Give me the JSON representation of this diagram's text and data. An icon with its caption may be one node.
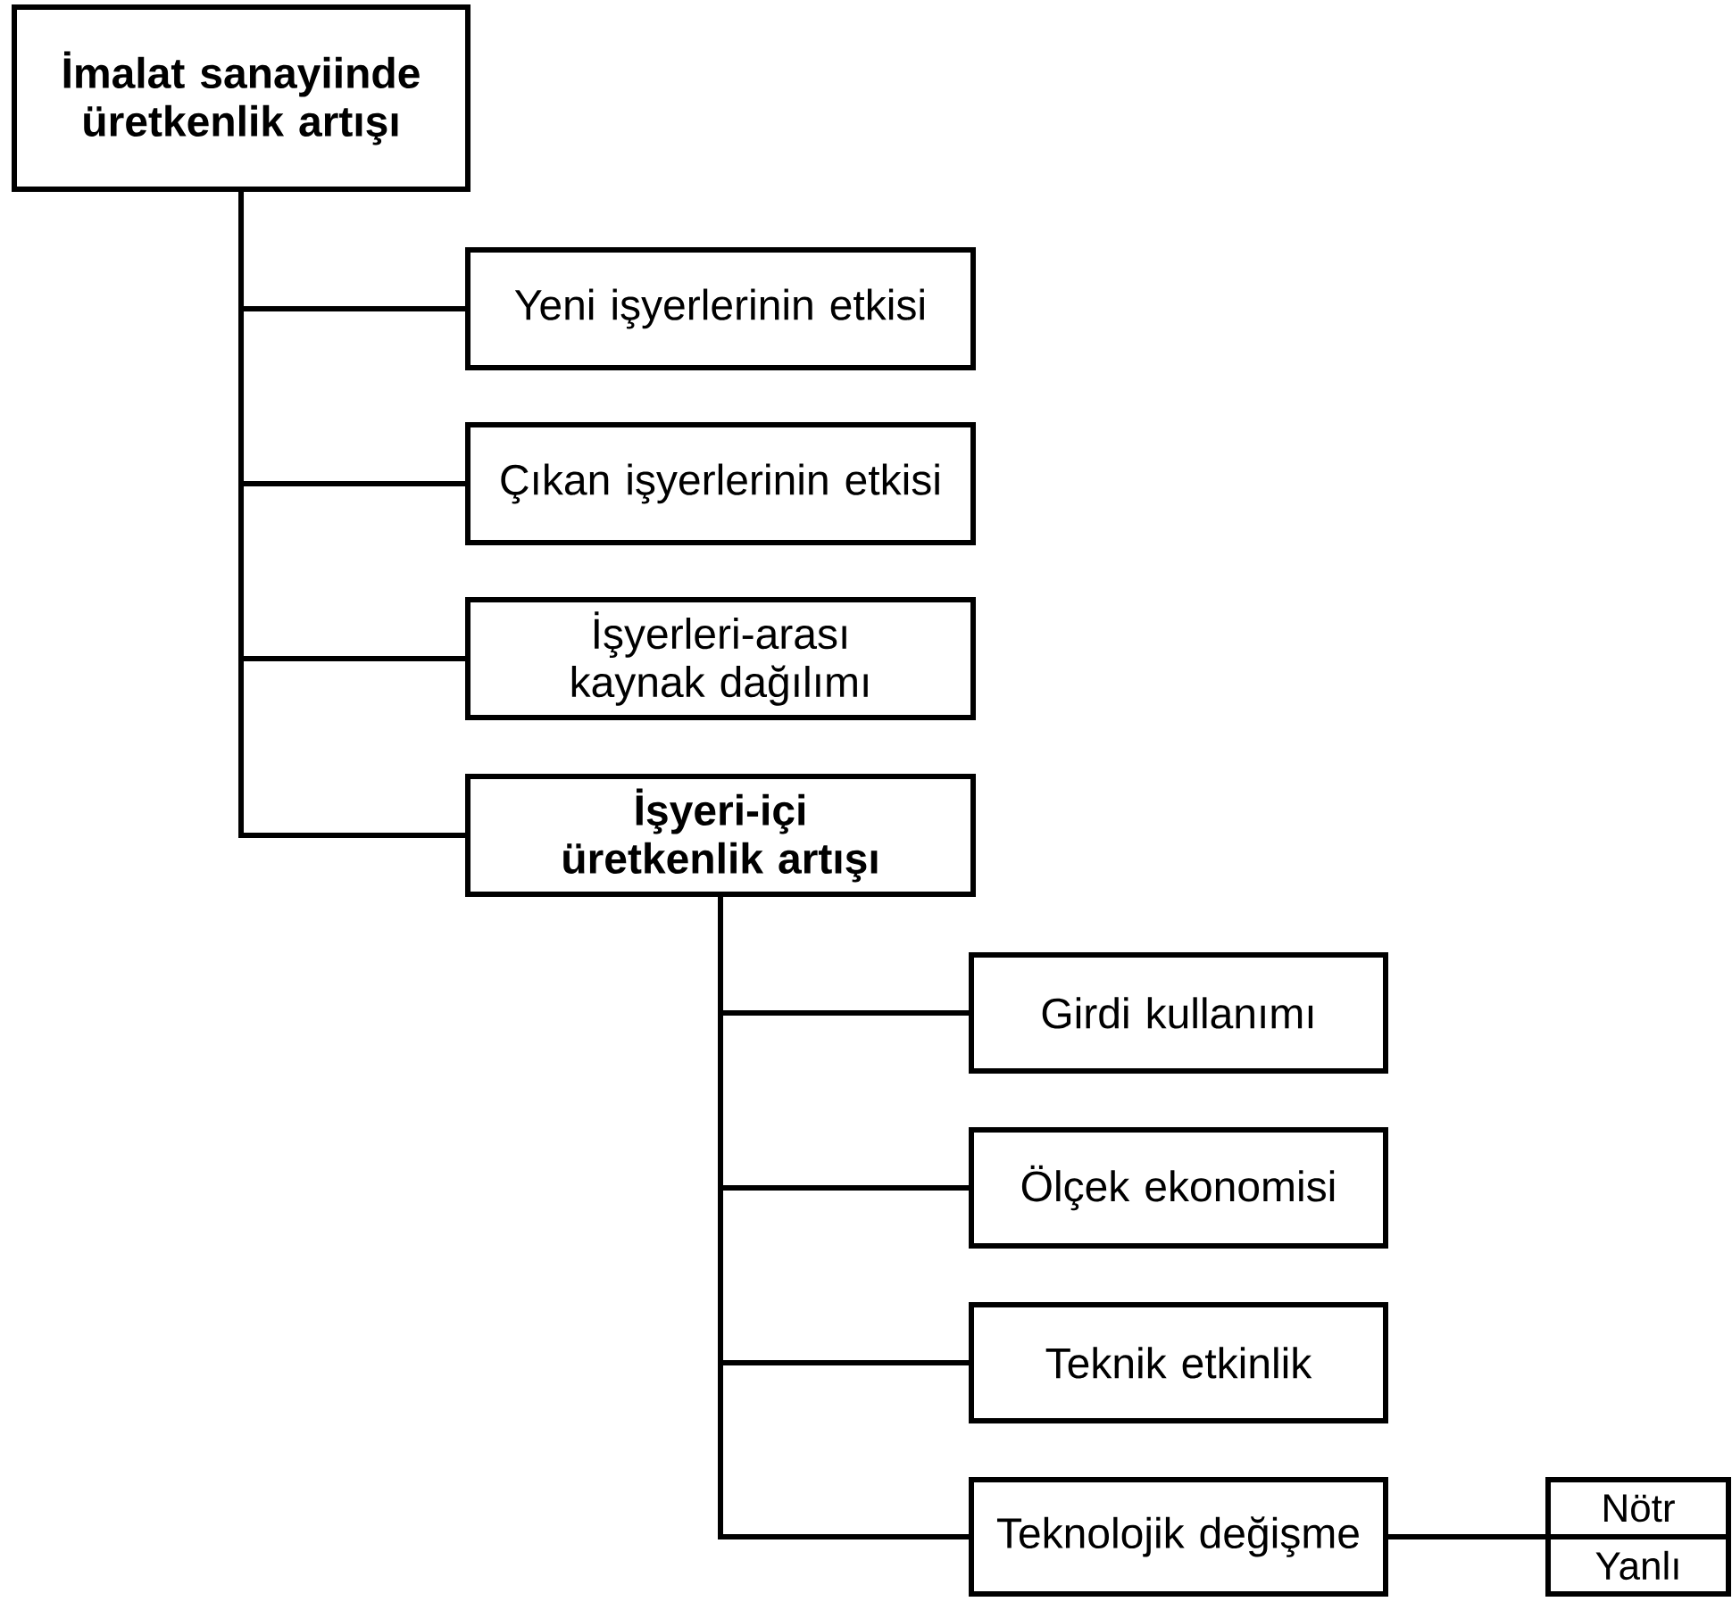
{
  "diagram": {
    "nodes": [
      {
        "text": [
          "İmalat sanayiinde üretkenlik artışı"
        ]
      },
      {
        "text": [
          "Yeni işyerlerinin etkisi"
        ]
      },
      {
        "text": [
          "Çıkan işyerlerinin etkisi"
        ]
      },
      {
        "text": [
          "İşyerleri-arası kaynak dağılımı"
        ]
      },
      {
        "text": [
          "İşyeri-içi üretkenlik artışı"
        ]
      },
      {
        "text": [
          "Girdi kullanımı"
        ]
      },
      {
        "text": [
          "Ölçek ekonomisi"
        ]
      },
      {
        "text": [
          "Teknik etkinlik"
        ]
      },
      {
        "text": [
          "Teknolojik değişme"
        ]
      },
      {
        "text": [
          "Nötr"
        ]
      },
      {
        "text": [
          "Yanlı"
        ]
      }
    ],
    "edges": [
      {
        "from": 0,
        "to": 1,
        "arrow": "none"
      },
      {
        "from": 0,
        "to": 2,
        "arrow": "none"
      },
      {
        "from": 0,
        "to": 3,
        "arrow": "none"
      },
      {
        "from": 0,
        "to": 4,
        "arrow": "none"
      },
      {
        "from": 4,
        "to": 5,
        "arrow": "none"
      },
      {
        "from": 4,
        "to": 6,
        "arrow": "none"
      },
      {
        "from": 4,
        "to": 7,
        "arrow": "none"
      },
      {
        "from": 4,
        "to": 8,
        "arrow": "none"
      },
      {
        "from": 8,
        "to": 9,
        "arrow": "none"
      },
      {
        "from": 8,
        "to": 10,
        "arrow": "none"
      }
    ]
  }
}
